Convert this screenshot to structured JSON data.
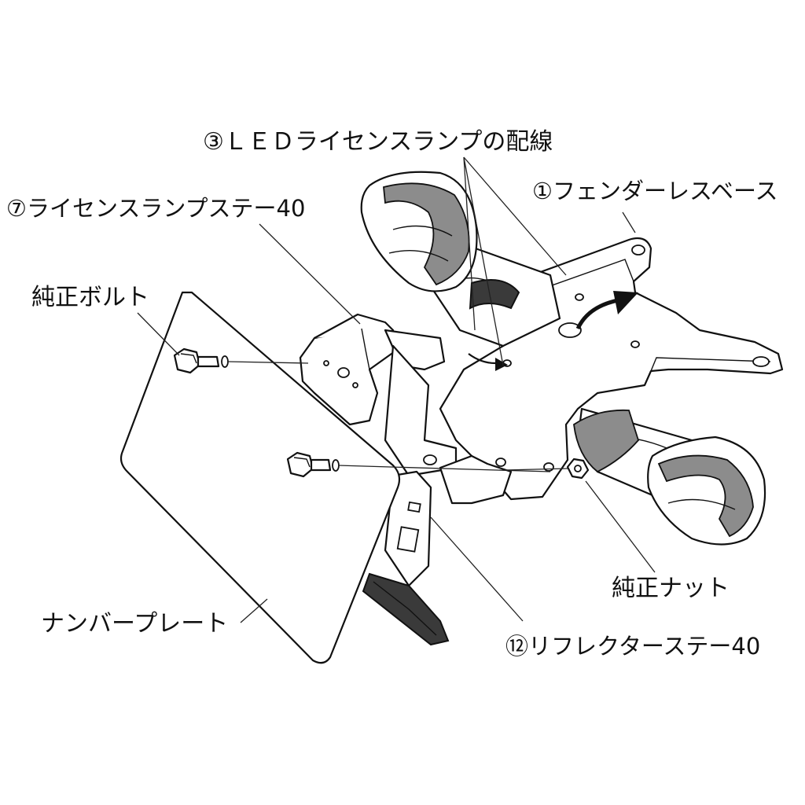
{
  "diagram": {
    "labels": {
      "led_wiring": "③ＬＥＤライセンスランプの配線",
      "fenderless_base": "①フェンダーレスベース",
      "lamp_stay": "⑦ライセンスランプステー40",
      "oem_bolt": "純正ボルト",
      "oem_nut": "純正ナット",
      "number_plate": "ナンバープレート",
      "reflector_stay": "⑫リフレクターステー40"
    },
    "colors": {
      "line": "#111111",
      "shade_dark": "#3a3a3a",
      "shade_mid": "#8c8c8c",
      "background": "#ffffff"
    }
  }
}
